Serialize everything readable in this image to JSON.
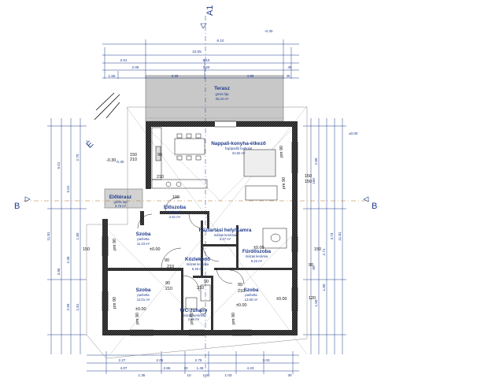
{
  "drawing": {
    "section_a": "A1",
    "section_b_left": "B",
    "section_b_right": "B",
    "north": "É",
    "level_top": "-0.30",
    "level_kitchen_left": "-0.30",
    "level_right": "±0.00"
  },
  "dims_top": [
    {
      "label": "6.10"
    },
    {
      "label": "10.05"
    },
    {
      "label": "2.01"
    },
    {
      "label": "6.10"
    },
    {
      "label": "45"
    },
    {
      "label": "2.05"
    },
    {
      "label": "7.20"
    },
    {
      "label": "3.25"
    },
    {
      "label": "4.85"
    },
    {
      "label": "45"
    },
    {
      "label": "1.55"
    }
  ],
  "dims_bottom": [
    {
      "label": "2.27"
    },
    {
      "label": "2.05"
    },
    {
      "label": "2.75"
    },
    {
      "label": "3.03"
    },
    {
      "label": "4.07"
    },
    {
      "label": "2.65"
    },
    {
      "label": "30"
    },
    {
      "label": "1.45"
    },
    {
      "label": "4.23"
    },
    {
      "label": "1.35"
    },
    {
      "label": "10"
    },
    {
      "label": "1.40"
    },
    {
      "label": "1.03"
    },
    {
      "label": "30"
    }
  ],
  "dims_left": [
    {
      "label": "11.81"
    },
    {
      "label": "5.01"
    },
    {
      "label": "5.01"
    },
    {
      "label": "2.70"
    },
    {
      "label": "2.35"
    },
    {
      "label": "1.80"
    },
    {
      "label": "3.85"
    },
    {
      "label": "2.55"
    },
    {
      "label": "1.81"
    }
  ],
  "dims_right": [
    {
      "label": "11.81"
    },
    {
      "label": "4.74"
    },
    {
      "label": "2.80"
    },
    {
      "label": "2.71"
    },
    {
      "label": "1.80"
    },
    {
      "label": "1.50"
    },
    {
      "label": "150"
    },
    {
      "label": "90"
    }
  ],
  "rooms": {
    "terrace": {
      "name": "Terasz",
      "line1": "gress lap",
      "line2": "25.44 m²"
    },
    "living": {
      "name": "Nappali-konyha-étkező",
      "line1": "hajópadló burkolat",
      "line2": "31.82 m²"
    },
    "entry": {
      "name": "Előtérasz",
      "line1": "gress lap",
      "line2": "3.75 m²"
    },
    "hall": {
      "name": "Előszoba",
      "line1": "hajópadló",
      "line2": "2.61 m²"
    },
    "room1": {
      "name": "Szoba",
      "line1": "parketta",
      "line2": "11.23 m²"
    },
    "storage": {
      "name": "Háztartási hely/Kamra",
      "line1": "mázas kerámia",
      "line2": "3.47 m²"
    },
    "bath": {
      "name": "Fürdőszoba",
      "line1": "mázas kerámia",
      "line2": "6.22 m²"
    },
    "corridor": {
      "name": "Közlekedő",
      "line1": "mázas kerámia",
      "line2": "6.45 m²"
    },
    "room2": {
      "name": "Szoba",
      "line1": "parketta",
      "line2": "12.01 m²"
    },
    "room3": {
      "name": "Szoba",
      "line1": "parketta",
      "line2": "12.00 m²"
    },
    "wc": {
      "name": "WC-zuhany",
      "line1": "mázas kerámia",
      "line2": "2.75 m²"
    }
  },
  "door_labels": [
    "90",
    "210",
    "90",
    "210",
    "90",
    "210",
    "90",
    "210",
    "150",
    "210",
    "90",
    "210",
    "pm 90",
    "pm 90",
    "pm 90",
    "pm 90",
    "pm 60",
    "pm 90",
    "pm 90",
    "100",
    "150",
    "150",
    "90",
    "120",
    "150",
    "150",
    "±0.00",
    "±0.00",
    "±0.00",
    "±0.00",
    "±0.00",
    "-0.30"
  ]
}
